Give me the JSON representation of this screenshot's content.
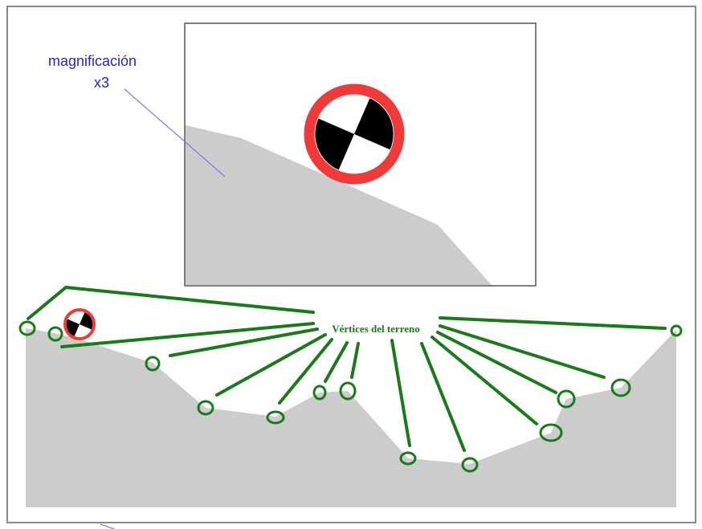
{
  "magnification": {
    "label_line1": "magnificación",
    "label_line2": "x3",
    "text_color": "#2424c8",
    "line_color": "#7b7be0"
  },
  "vertices": {
    "label": "Vértices del terreno",
    "color": "#1a7a1a"
  },
  "terrain": {
    "color": "#cccccc"
  },
  "target": {
    "ring_color": "#f03a3a",
    "fill_color": "#000000"
  },
  "icons": [
    "surveying-target-icon",
    "zoomed-surveying-target-icon"
  ]
}
